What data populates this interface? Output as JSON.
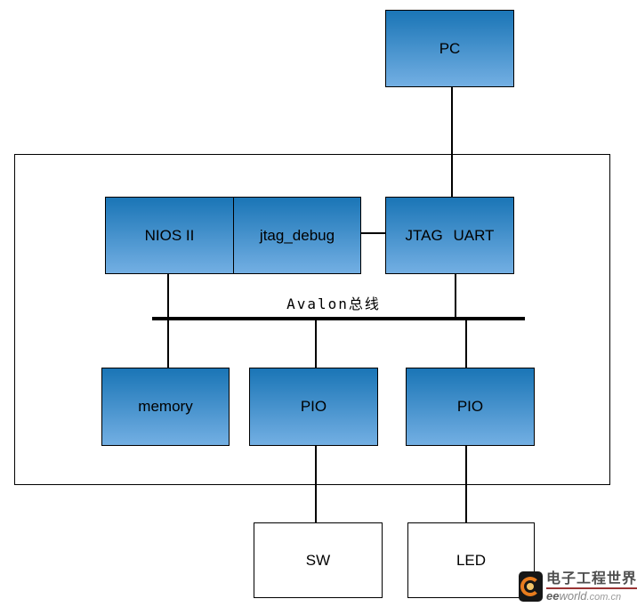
{
  "diagram": {
    "nodes": [
      {
        "id": "pc",
        "label": "PC"
      },
      {
        "id": "nios2",
        "label": "NIOS II"
      },
      {
        "id": "jtag-debug",
        "label": "jtag_debug"
      },
      {
        "id": "jtag-uart",
        "label": "JTAG UART"
      },
      {
        "id": "memory",
        "label": "memory"
      },
      {
        "id": "pio-sw",
        "label": "PIO"
      },
      {
        "id": "pio-led",
        "label": "PIO"
      },
      {
        "id": "sw",
        "label": "SW"
      },
      {
        "id": "led",
        "label": "LED"
      }
    ],
    "bus": {
      "label": "Avalon总线"
    },
    "colors": {
      "node_fill_top": "#1a75b6",
      "node_fill_bottom": "#73afe3",
      "node_border": "#000000",
      "connector": "#000000",
      "bus_line": "#000000"
    }
  },
  "watermark": {
    "site_name": "电子工程世界",
    "url_bold": "ee",
    "url_main": "world",
    "url_suffix": ".com.cn",
    "accent_orange": "#e87c1e",
    "underline_red": "#993333"
  }
}
